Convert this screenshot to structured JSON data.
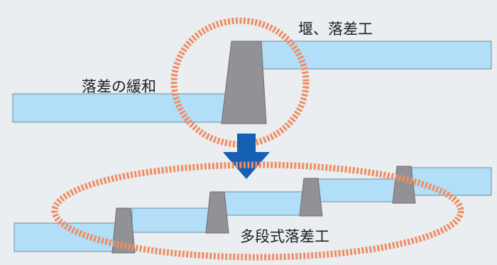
{
  "labels": {
    "weir_drop": "堰、落差工",
    "drop_relief": "落差の緩和",
    "multi_step_drop": "多段式落差工"
  },
  "colors": {
    "background": "#eaeef0",
    "water": "#b3def7",
    "water_edge": "#6a8fa3",
    "structure": "#929296",
    "structure_edge": "#6d6d72",
    "highlight_ring": "#ef8d62",
    "arrow": "#155fb5"
  },
  "icons": {
    "transition_arrow": "down-arrow-icon"
  }
}
